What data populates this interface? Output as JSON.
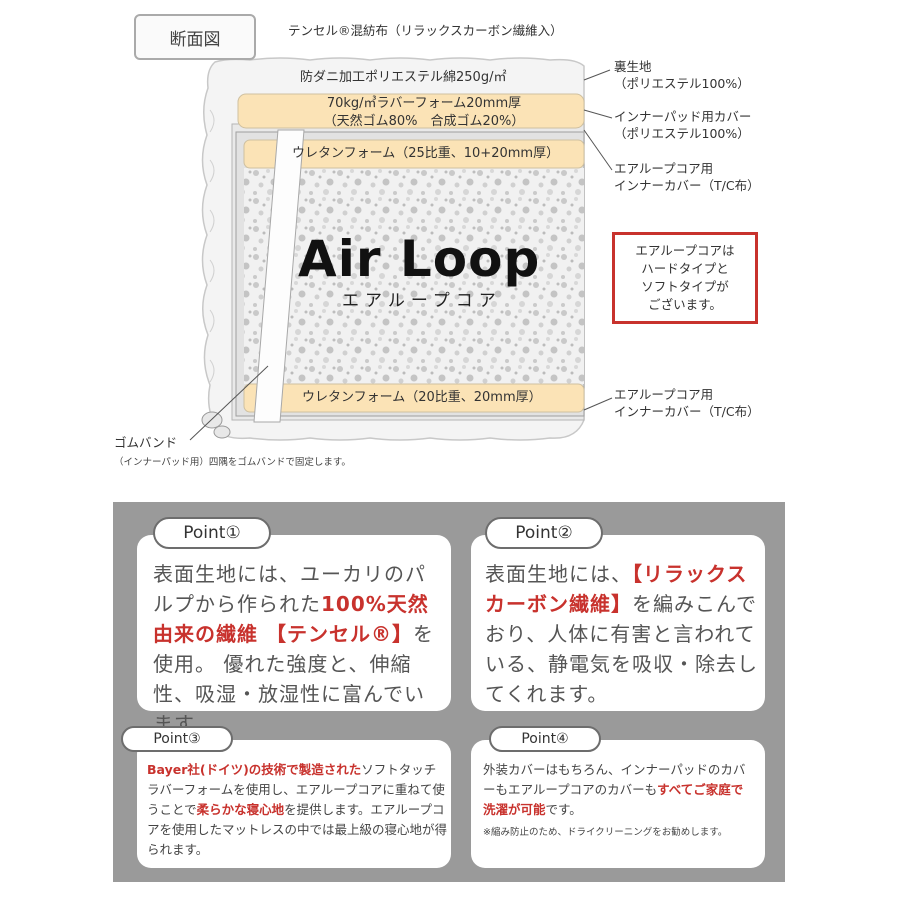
{
  "diagram": {
    "title": "断面図",
    "top_label": "テンセル®混紡布（リラックスカーボン繊維入）",
    "layer_polyester": "防ダニ加工ポリエステル綿250g/㎡",
    "layer_rubber_line1": "70kg/㎥ラバーフォーム20mm厚",
    "layer_rubber_line2": "（天然ゴム80%　合成ゴム20%）",
    "layer_urethan_top": "ウレタンフォーム（25比重、10+20mm厚）",
    "layer_urethan_bottom": "ウレタンフォーム（20比重、20mm厚）",
    "logo_main": "Air Loop",
    "logo_sub": "エアループコア",
    "right_labels": [
      {
        "line1": "裏生地",
        "line2": "（ポリエステル100%）"
      },
      {
        "line1": "インナーパッド用カバー",
        "line2": "（ポリエステル100%）"
      },
      {
        "line1": "エアループコア用",
        "line2": "インナーカバー（T/C布）"
      },
      {
        "line1": "エアループコア用",
        "line2": "インナーカバー（T/C布）"
      }
    ],
    "red_box_lines": [
      "エアループコアは",
      "ハードタイプと",
      "ソフトタイプが",
      "ございます。"
    ],
    "band_label": "ゴムバンド",
    "band_note": "（インナーパッド用）四隅をゴムバンドで固定します。"
  },
  "points": [
    {
      "label": "Point①",
      "segments": [
        {
          "text": "表面生地には、ユーカリのパルプから作られた",
          "hl": false
        },
        {
          "text": "100%天然由来の繊維 【テンセル®】",
          "hl": true
        },
        {
          "text": "を使用。 優れた強度と、伸縮性、吸湿・放湿性に富んでいます。",
          "hl": false
        }
      ]
    },
    {
      "label": "Point②",
      "segments": [
        {
          "text": "表面生地には、",
          "hl": false
        },
        {
          "text": "【リラックスカーボン繊維】",
          "hl": true
        },
        {
          "text": "を編みこんでおり、人体に有害と言われている、静電気を吸収・除去してくれます。",
          "hl": false
        }
      ]
    },
    {
      "label": "Point③",
      "segments": [
        {
          "text": "Bayer社(ドイツ)の技術で製造された",
          "hl": true
        },
        {
          "text": "ソフトタッチラバーフォームを使用し、エアループコアに重ねて使うことで",
          "hl": false
        },
        {
          "text": "柔らかな寝心地",
          "hl": true
        },
        {
          "text": "を提供します。エアループコアを使用したマットレスの中では最上級の寝心地が得られます。",
          "hl": false
        }
      ]
    },
    {
      "label": "Point④",
      "segments": [
        {
          "text": "外装カバーはもちろん、インナーパッドのカバーもエアループコアのカバーも",
          "hl": false
        },
        {
          "text": "すべてご家庭で洗濯が可能",
          "hl": true
        },
        {
          "text": "です。",
          "hl": false
        }
      ],
      "note": "※縮み防止のため、ドライクリーニングをお勧めします。"
    }
  ],
  "colors": {
    "accent_red": "#c8322d",
    "points_bg": "#9a9a9a",
    "foam_yellow": "#fbe3b6"
  }
}
